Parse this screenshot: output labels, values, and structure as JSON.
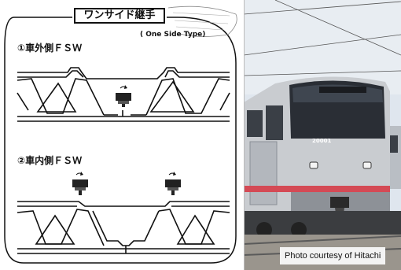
{
  "diagram": {
    "title": "ワンサイド継手",
    "subtitle": "( One Side Type)",
    "case_1_label": "①車外側ＦＳＷ",
    "case_2_label": "②車内側ＦＳＷ"
  },
  "photo": {
    "credit": "Photo courtesy of Hitachi",
    "train_number": "20001"
  },
  "colors": {
    "line": "#111111",
    "train_body": "#c9ccd0",
    "train_stripe": "#d44a55",
    "sky": "#dfe6ee"
  },
  "icons": [
    "fsw-tool-icon"
  ]
}
